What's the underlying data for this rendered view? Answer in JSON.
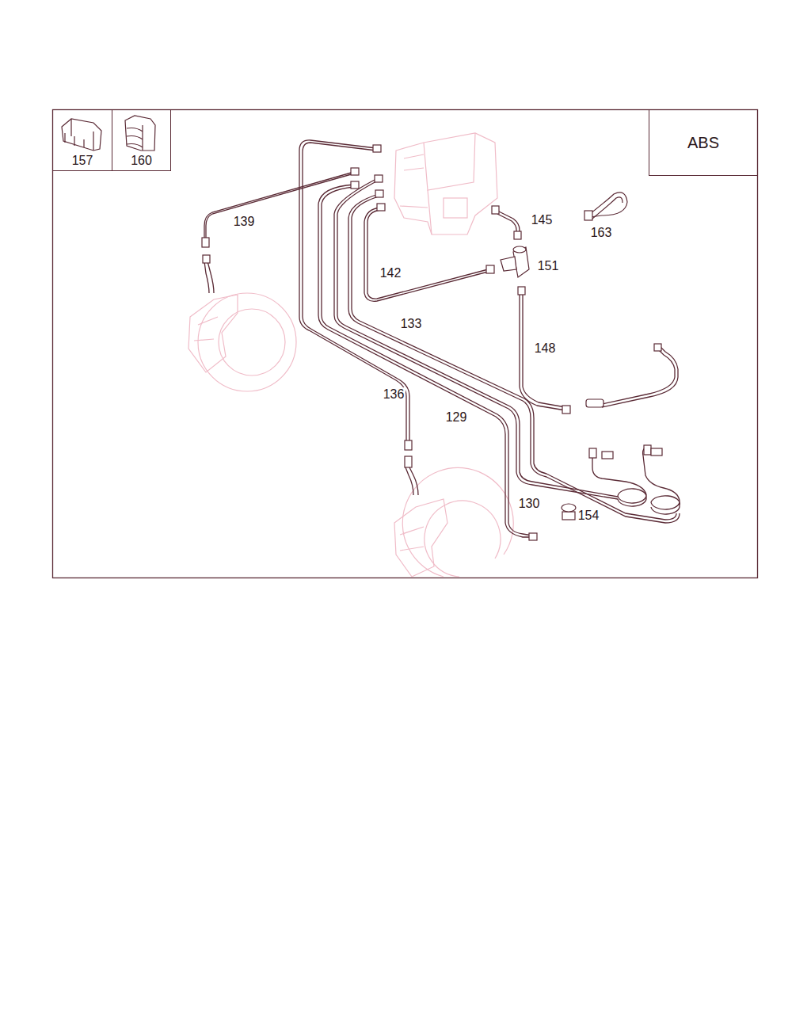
{
  "diagram": {
    "nodes": [
      {
        "text": [
          "157"
        ]
      },
      {
        "text": [
          "160"
        ]
      },
      {
        "text": [
          "ABS"
        ]
      }
    ],
    "labels": [
      "139",
      "145",
      "163",
      "151",
      "142",
      "133",
      "148",
      "136",
      "129",
      "130",
      "154"
    ]
  }
}
